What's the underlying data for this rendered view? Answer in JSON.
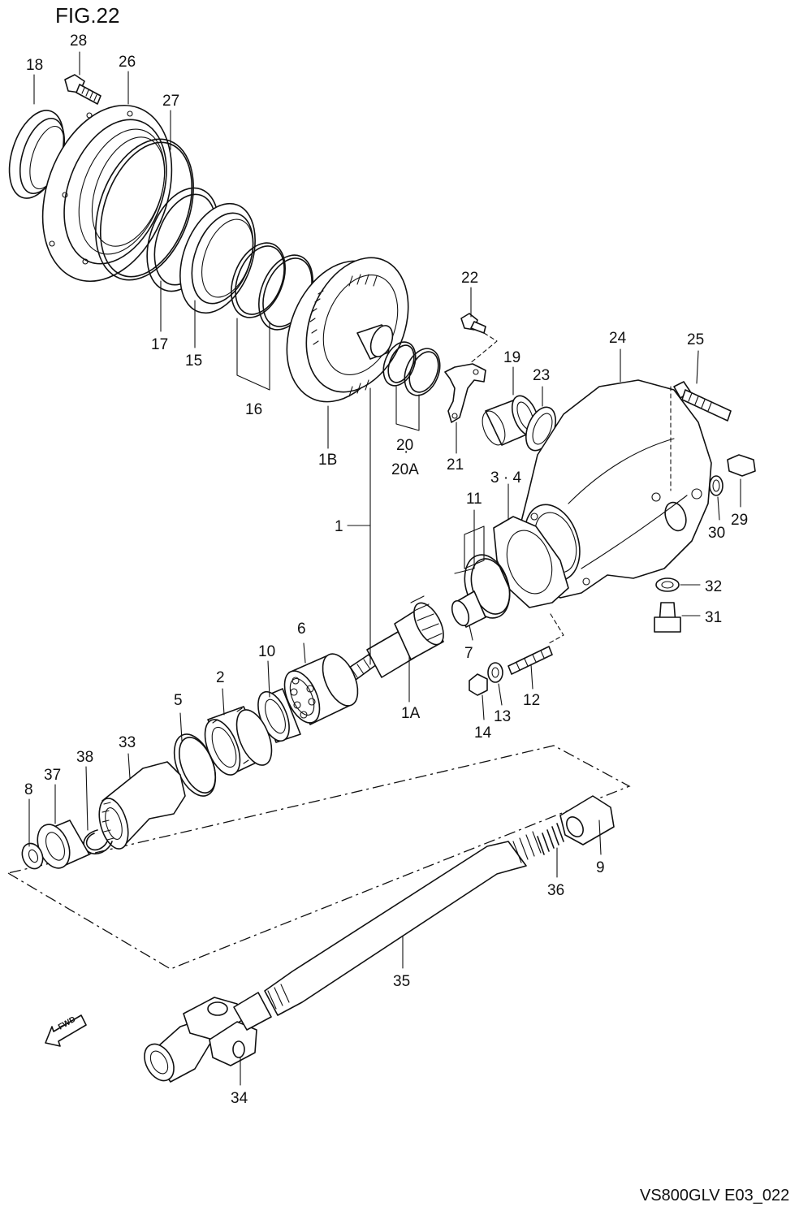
{
  "figure": {
    "title": "FIG.22",
    "code": "VS800GLV E03_022"
  },
  "direction_marker": "FWD",
  "labels": {
    "l1": "1",
    "l1A": "1A",
    "l1B": "1B",
    "l2": "2",
    "l34pair": "3 · 4",
    "l5": "5",
    "l6": "6",
    "l7": "7",
    "l8": "8",
    "l9": "9",
    "l10": "10",
    "l11": "11",
    "l12": "12",
    "l13": "13",
    "l14": "14",
    "l15": "15",
    "l16": "16",
    "l17": "17",
    "l18": "18",
    "l19": "19",
    "l20": "20",
    "l20A": "20A",
    "l21": "21",
    "l22": "22",
    "l23": "23",
    "l24": "24",
    "l25": "25",
    "l26": "26",
    "l27": "27",
    "l28": "28",
    "l29": "29",
    "l30": "30",
    "l31": "31",
    "l32": "32",
    "l33": "33",
    "l34": "34",
    "l35": "35",
    "l36": "36",
    "l37": "37",
    "l38": "38"
  }
}
